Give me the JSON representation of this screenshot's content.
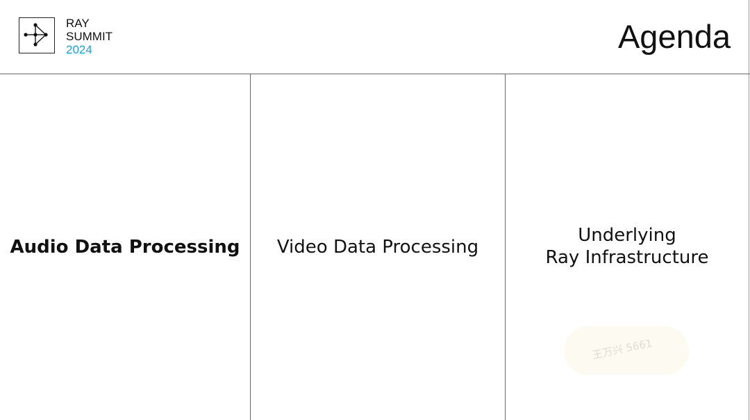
{
  "header": {
    "logo": {
      "icon": "ray-network-icon",
      "line1": "RAY",
      "line2": "SUMMIT",
      "year": "2024",
      "year_color": "#1aa0e8"
    },
    "title": "Agenda"
  },
  "agenda": {
    "items": [
      {
        "label": "Audio Data Processing",
        "emphasis": "bold"
      },
      {
        "label": "Video Data Processing",
        "emphasis": "normal"
      },
      {
        "label": "Underlying\nRay Infrastructure",
        "emphasis": "normal"
      }
    ]
  },
  "watermark": {
    "text": "王万兴 5661"
  }
}
